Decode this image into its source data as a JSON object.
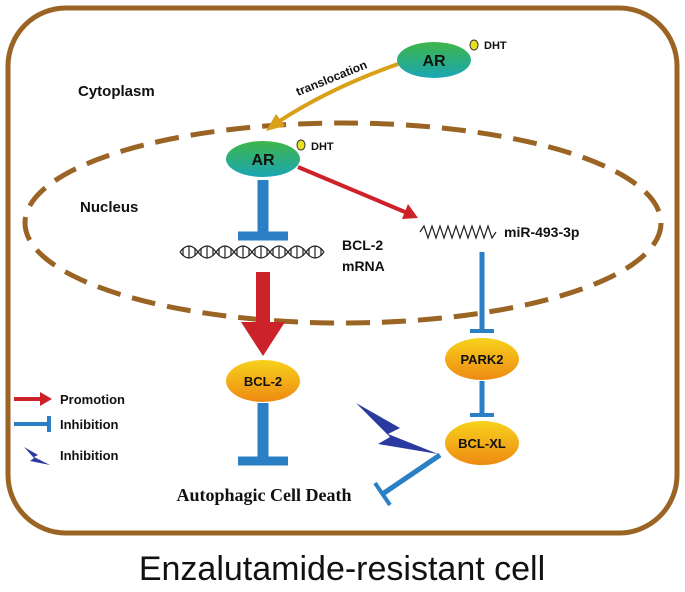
{
  "diagram": {
    "regions": {
      "cytoplasm": "Cytoplasm",
      "nucleus": "Nucleus"
    },
    "nodes": {
      "ar_cytoplasm": {
        "label": "AR",
        "ligand": "DHT"
      },
      "ar_nucleus": {
        "label": "AR",
        "ligand": "DHT"
      },
      "bcl2_mrna": {
        "line1": "BCL-2",
        "line2": "mRNA"
      },
      "mir": {
        "label": "miR-493-3p"
      },
      "bcl2_protein": {
        "label": "BCL-2"
      },
      "park2": {
        "label": "PARK2"
      },
      "bclxl": {
        "label": "BCL-XL"
      },
      "outcome": {
        "label": "Autophagic Cell Death"
      }
    },
    "edges": {
      "translocation": "translocation"
    },
    "legend": {
      "promotion": "Promotion",
      "inhibition_bar": "Inhibition",
      "inhibition_bolt": "Inhibition"
    },
    "caption": "Enzalutamide-resistant cell",
    "colors": {
      "cell_border": "#9a6424",
      "nucleus_border": "#9a6424",
      "promotion": "#cc2229",
      "inhibition": "#2b7fc4",
      "translocation": "#d9a018",
      "bolt": "#2a3a9e",
      "ar_green": "#3fb549",
      "ar_teal": "#1aa6b5",
      "protein_yellow": "#f7d21c",
      "protein_orange": "#ee8a12",
      "dht_fill": "#e6e020"
    },
    "icons": [
      "dna-helix-icon",
      "rna-strand-icon",
      "lightning-bolt-icon"
    ]
  }
}
